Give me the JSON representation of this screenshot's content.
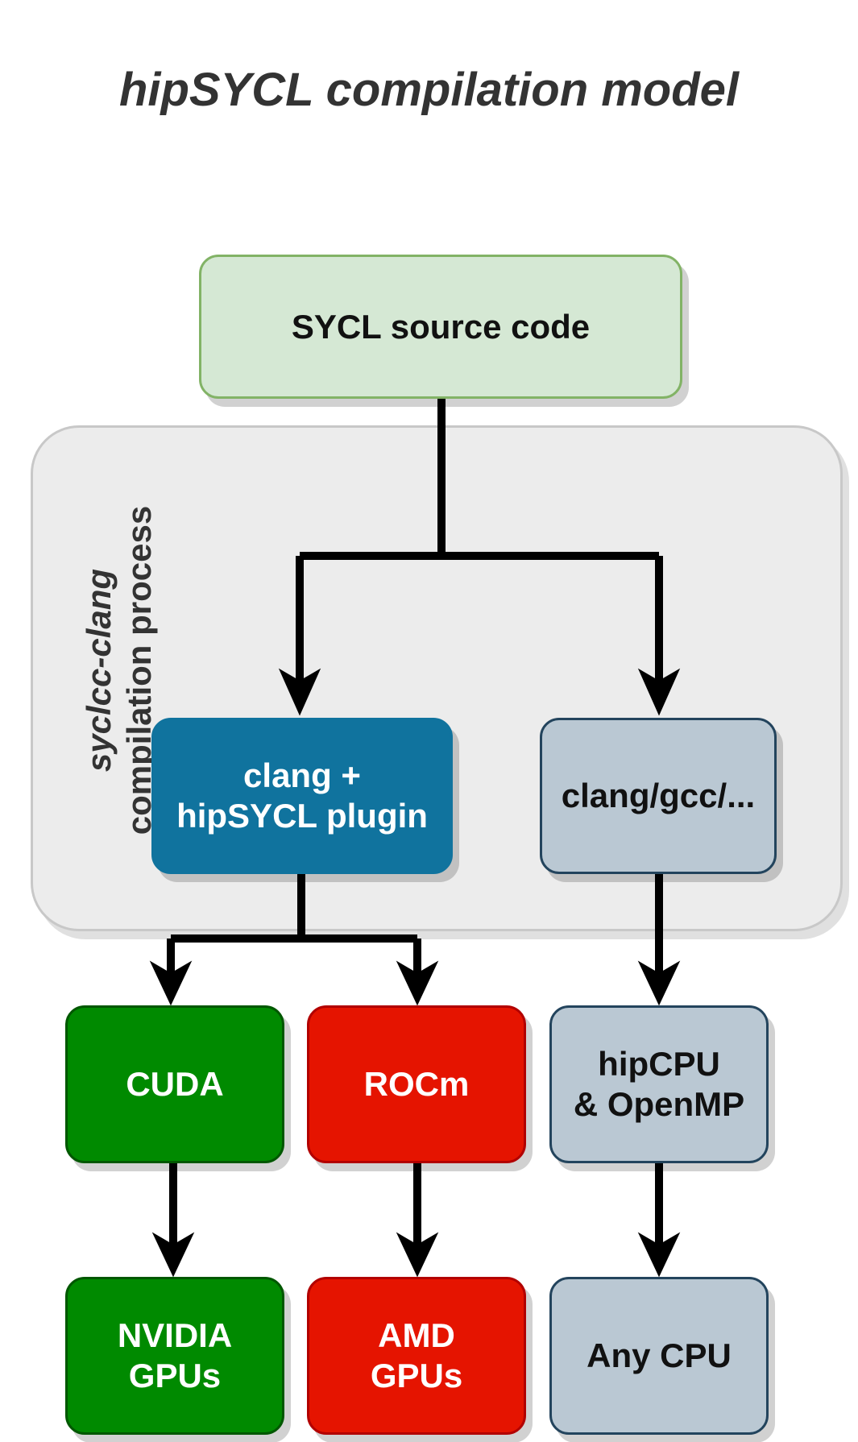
{
  "title": "hipSYCL compilation model",
  "group": {
    "label_line1": "syclcc-clang",
    "label_line2": "compilation process"
  },
  "nodes": {
    "source": "SYCL source code",
    "plugin_line1": "clang +",
    "plugin_line2": "hipSYCL plugin",
    "host_compiler": "clang/gcc/...",
    "cuda": "CUDA",
    "rocm": "ROCm",
    "hipcpu_line1": "hipCPU",
    "hipcpu_line2": "& OpenMP",
    "nvidia_line1": "NVIDIA",
    "nvidia_line2": "GPUs",
    "amd_line1": "AMD",
    "amd_line2": "GPUs",
    "anycpu": "Any CPU"
  },
  "colors": {
    "source_fill": "#d5e8d4",
    "plugin_fill": "#10739e",
    "cpu_fill": "#bac8d3",
    "nvidia_fill": "#008a00",
    "amd_fill": "#e51400",
    "group_fill": "#ececec"
  }
}
